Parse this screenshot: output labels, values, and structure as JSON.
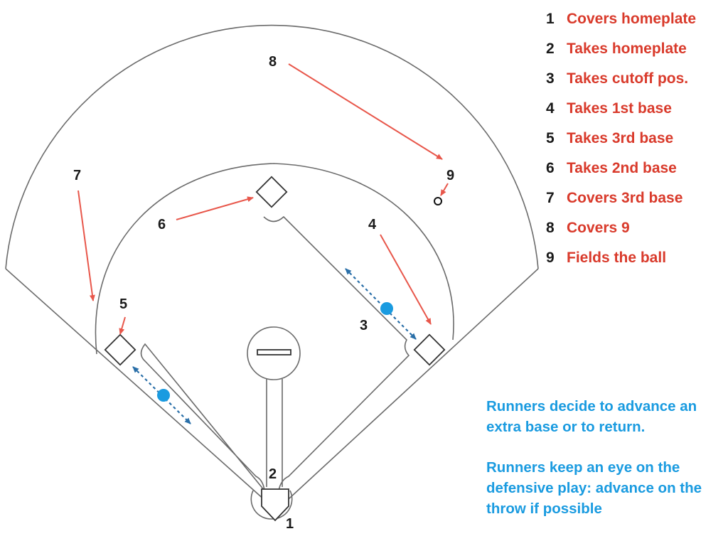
{
  "colors": {
    "line": "#6b6b6b",
    "arrow": "#e8574b",
    "legend_text": "#d93a2b",
    "runner": "#1a9be0",
    "runner_path": "#2a6fa8",
    "label": "#1a1a1a"
  },
  "players": [
    {
      "id": "1",
      "label": "1"
    },
    {
      "id": "2",
      "label": "2"
    },
    {
      "id": "3",
      "label": "3"
    },
    {
      "id": "4",
      "label": "4"
    },
    {
      "id": "5",
      "label": "5"
    },
    {
      "id": "6",
      "label": "6"
    },
    {
      "id": "7",
      "label": "7"
    },
    {
      "id": "8",
      "label": "8"
    },
    {
      "id": "9",
      "label": "9"
    }
  ],
  "legend": [
    {
      "num": "1",
      "text": "Covers homeplate"
    },
    {
      "num": "2",
      "text": "Takes homeplate"
    },
    {
      "num": "3",
      "text": "Takes cutoff pos."
    },
    {
      "num": "4",
      "text": "Takes 1st base"
    },
    {
      "num": "5",
      "text": "Takes 3rd base"
    },
    {
      "num": "6",
      "text": "Takes 2nd base"
    },
    {
      "num": "7",
      "text": "Covers 3rd base"
    },
    {
      "num": "8",
      "text": "Covers 9"
    },
    {
      "num": "9",
      "text": "Fields the ball"
    }
  ],
  "notes": [
    "Runners decide to advance an extra base or to return.",
    "Runners keep an eye on the defensive play: advance on the throw if possible"
  ]
}
